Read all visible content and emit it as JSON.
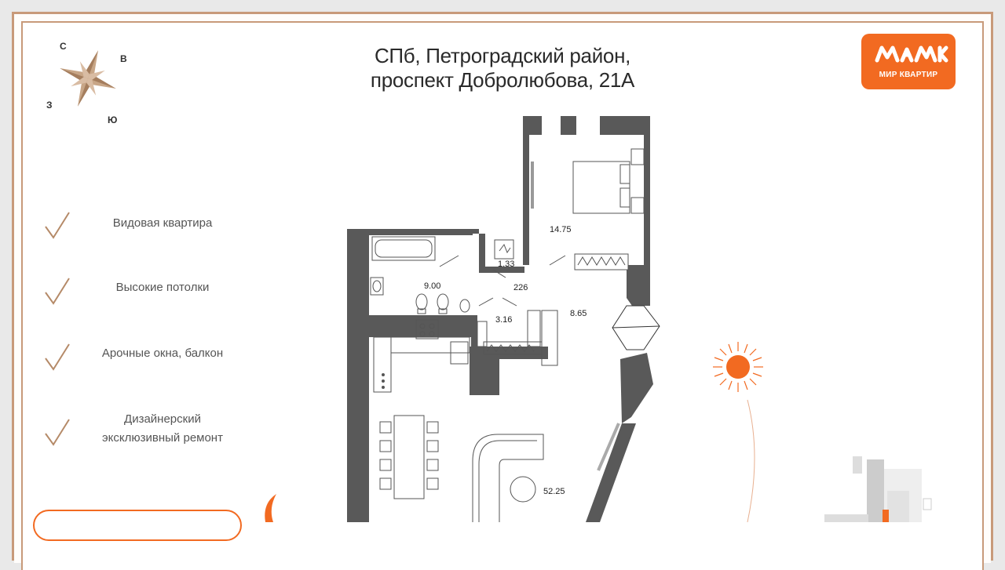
{
  "header": {
    "title_line1": "СПб, Петроградский район,",
    "title_line2": "проспект Добролюбова, 21А"
  },
  "logo": {
    "text": "МИР КВАРТИР",
    "color": "#f26a21"
  },
  "compass": {
    "n": "С",
    "e": "В",
    "w": "З",
    "s": "Ю",
    "icon": "compass-rose-icon"
  },
  "features": [
    {
      "label": "Видовая квартира"
    },
    {
      "label": "Высокие потолки"
    },
    {
      "label": "Арочные окна, балкон"
    },
    {
      "label_line1": "Дизайнерский",
      "label_line2": "эксклюзивный ремонт"
    }
  ],
  "plan": {
    "rooms": {
      "bedroom": "14.75",
      "bathroom": "9.00",
      "wc": "1.33",
      "hall": "226",
      "closet": "3.16",
      "corridor": "8.65",
      "living": "52.25"
    }
  },
  "colors": {
    "accent": "#f26a21",
    "frame": "#c89a7a",
    "wall": "#595959"
  }
}
